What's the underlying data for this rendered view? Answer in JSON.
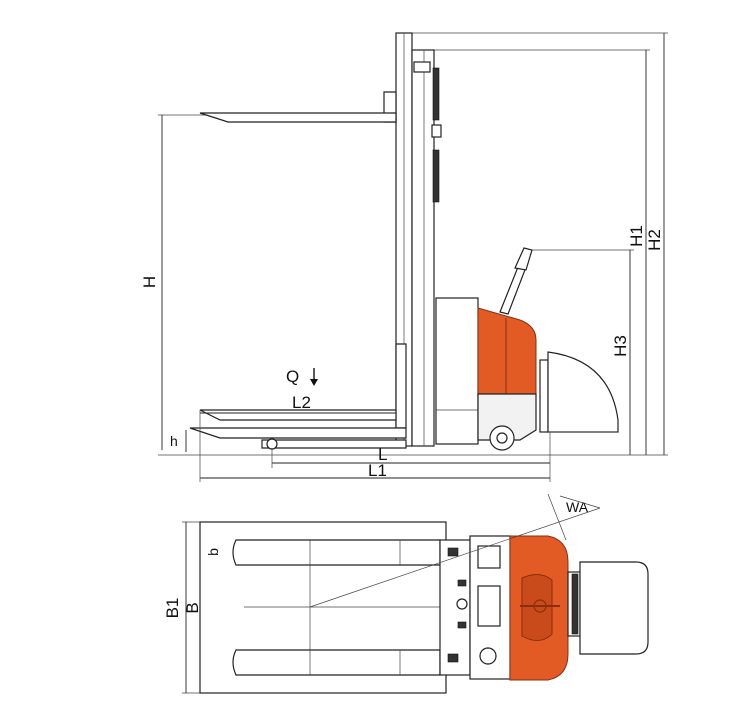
{
  "colors": {
    "body_orange": "#e35b24",
    "line": "#222222",
    "background": "#ffffff"
  },
  "labels": {
    "H": "H",
    "H1": "H1",
    "H2": "H2",
    "H3": "H3",
    "Q": "Q",
    "L": "L",
    "L1": "L1",
    "L2": "L2",
    "h": "h",
    "WA": "WA",
    "b": "b",
    "B": "B",
    "B1": "B1"
  },
  "icons": {
    "load_arrow": "arrow-down-icon"
  }
}
